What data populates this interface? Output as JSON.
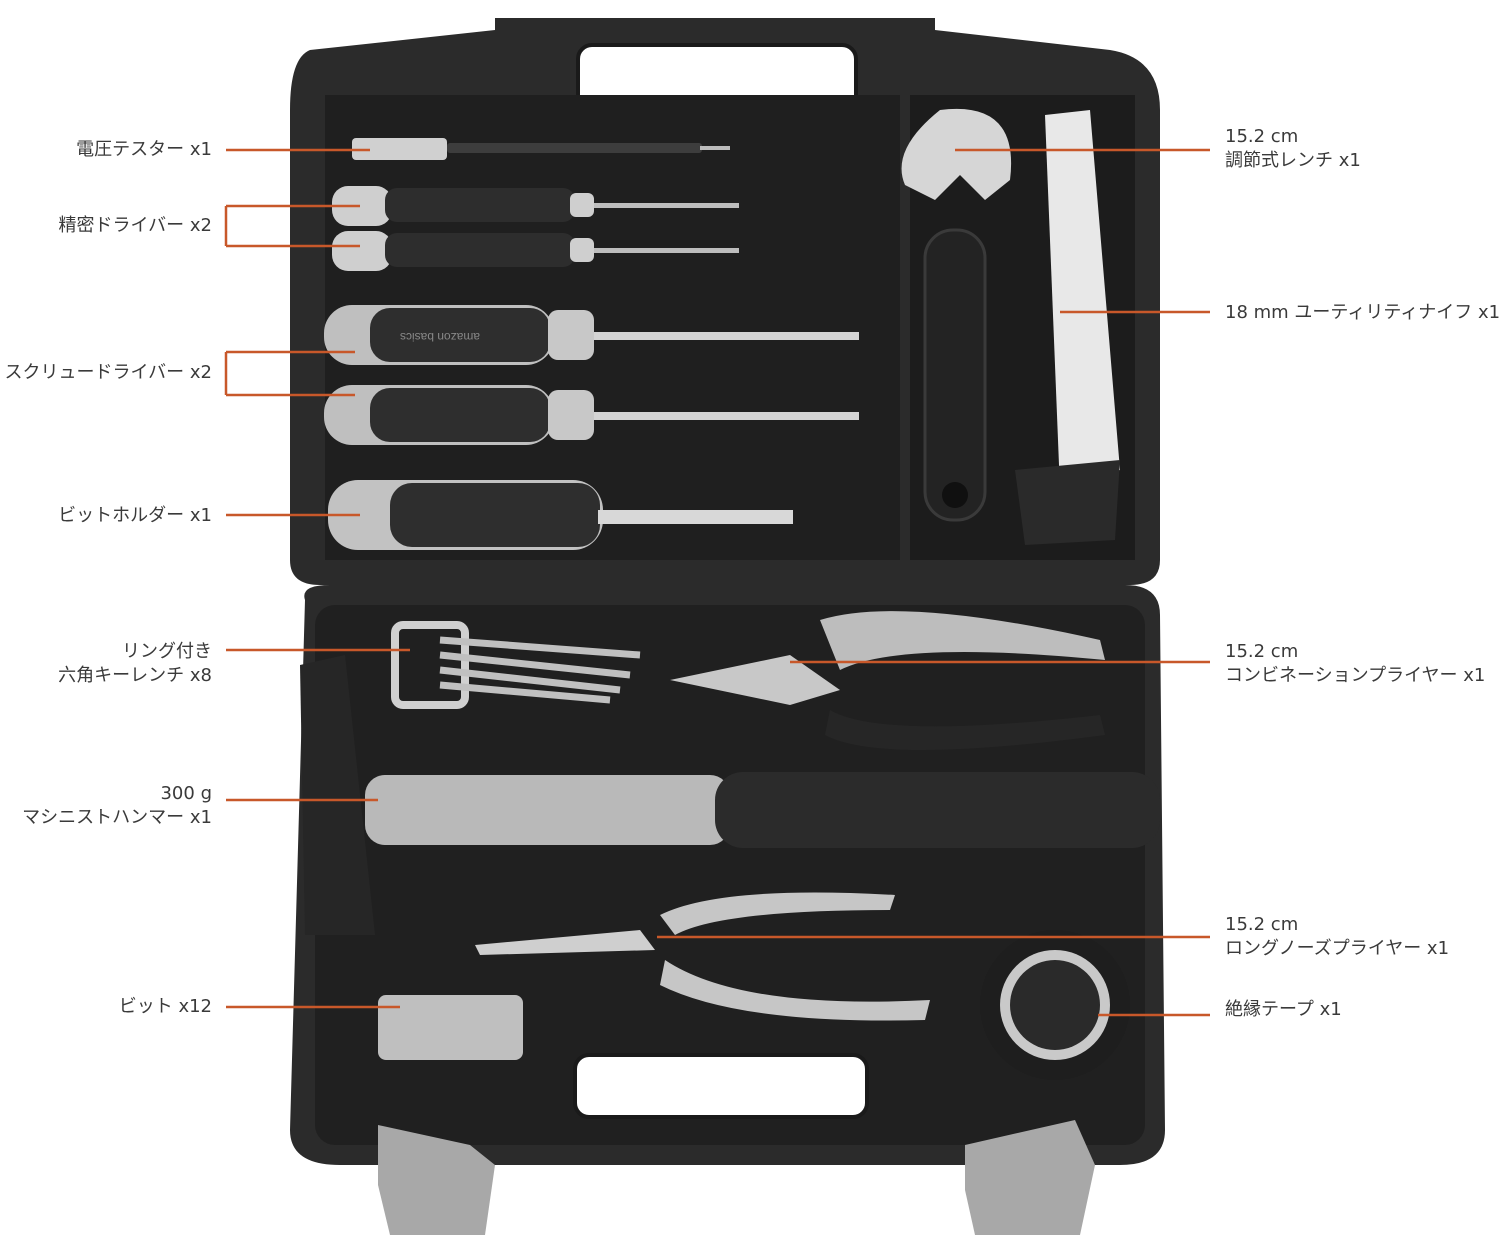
{
  "accent_color": "#c8582a",
  "case_color": "#2b2b2b",
  "brand_text": "amazon basics",
  "left_labels": [
    {
      "key": "voltage_tester",
      "lines": [
        "電圧テスター x1"
      ]
    },
    {
      "key": "precision_drivers",
      "lines": [
        "精密ドライバー x2"
      ]
    },
    {
      "key": "screwdrivers",
      "lines": [
        "スクリュードライバー x2"
      ]
    },
    {
      "key": "bit_holder",
      "lines": [
        "ビットホルダー x1"
      ]
    },
    {
      "key": "hex_keys",
      "lines": [
        "リング付き",
        "六角キーレンチ x8"
      ]
    },
    {
      "key": "hammer",
      "lines": [
        "300 g",
        "マシニストハンマー x1"
      ]
    },
    {
      "key": "bits",
      "lines": [
        "ビット x12"
      ]
    }
  ],
  "right_labels": [
    {
      "key": "wrench",
      "lines": [
        "15.2 cm",
        "調節式レンチ x1"
      ]
    },
    {
      "key": "knife",
      "lines": [
        "18 mm ユーティリティナイフ x1"
      ]
    },
    {
      "key": "combination_pliers",
      "lines": [
        "15.2 cm",
        "コンビネーションプライヤー x1"
      ]
    },
    {
      "key": "long_nose_pliers",
      "lines": [
        "15.2 cm",
        "ロングノーズプライヤー x1"
      ]
    },
    {
      "key": "tape",
      "lines": [
        "絶縁テープ x1"
      ]
    }
  ]
}
